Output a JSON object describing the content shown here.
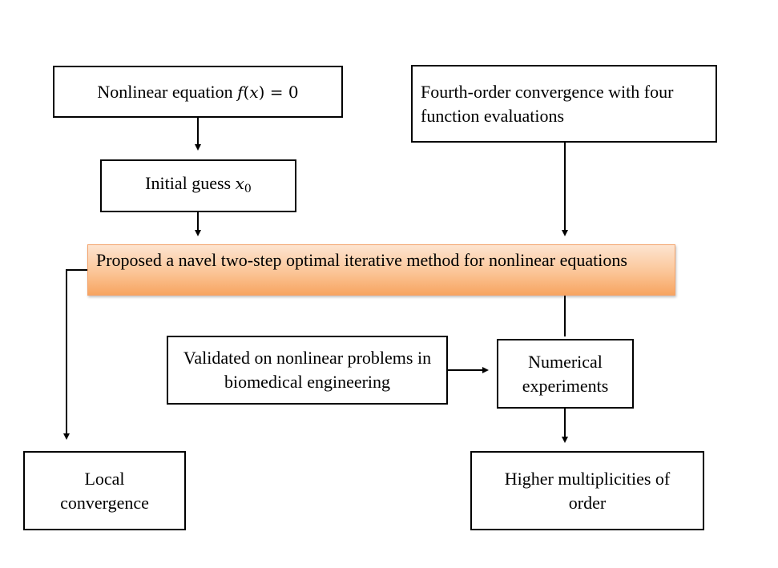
{
  "nodes": {
    "nonlinear_equation": {
      "text": "Nonlinear equation ",
      "math": "f",
      "math2": "(",
      "math3": "x",
      "math4": ") = 0"
    },
    "initial_guess": {
      "text": "Initial guess ",
      "math": "x",
      "sub": "0"
    },
    "fourth_order": {
      "text": "Fourth-order convergence with four function evaluations"
    },
    "proposed": {
      "text": "Proposed a navel two-step optimal iterative method for nonlinear equations"
    },
    "validated": {
      "text": "Validated on nonlinear problems in biomedical engineering"
    },
    "numerical": {
      "text": "Numerical experiments"
    },
    "local": {
      "text": "Local convergence"
    },
    "higher": {
      "text": "Higher multiplicities of order"
    }
  },
  "colors": {
    "box_border": "#000000",
    "highlight_top": "#fde4d0",
    "highlight_bottom": "#f7a460",
    "highlight_border": "#f4a26a"
  }
}
